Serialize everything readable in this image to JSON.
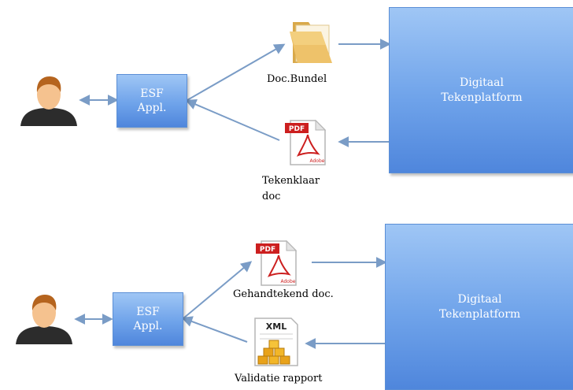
{
  "top": {
    "esf_line1": "ESF",
    "esf_line2": "Appl.",
    "folder_label": "Doc.Bundel",
    "pdf_label_line1": "Tekenklaar",
    "pdf_label_line2": "doc",
    "platform_line1": "Digitaal",
    "platform_line2": "Tekenplatform"
  },
  "bottom": {
    "esf_line1": "ESF",
    "esf_line2": "Appl.",
    "pdf_label": "Gehandtekend doc.",
    "xml_label": "Validatie rapport",
    "platform_line1": "Digitaal",
    "platform_line2": "Tekenplatform"
  },
  "icons": {
    "pdf_badge": "PDF",
    "pdf_brand": "Adobe",
    "xml_badge": "XML"
  },
  "colors": {
    "box_fill": "#6fa3ea",
    "arrow": "#7a9cc6",
    "folder": "#e8c36a",
    "pdf_red": "#cc1f1f"
  }
}
